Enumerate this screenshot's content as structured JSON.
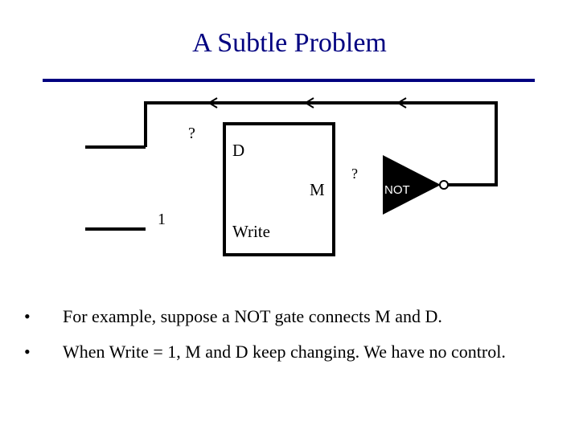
{
  "slide": {
    "title": "A Subtle Problem",
    "accent_color": "#000080"
  },
  "circuit": {
    "input_top_label": "?",
    "input_bottom_label": "1",
    "port_d_label": "D",
    "port_write_label": "Write",
    "port_m_label": "M",
    "output_label": "?",
    "gate_label": "NOT",
    "feedback_arrow_count": 3
  },
  "bullets": [
    {
      "mark": "•",
      "text": "For example, suppose a NOT gate connects M and D."
    },
    {
      "mark": "•",
      "text": "When Write = 1,  M and D keep changing.  We have no control."
    }
  ]
}
